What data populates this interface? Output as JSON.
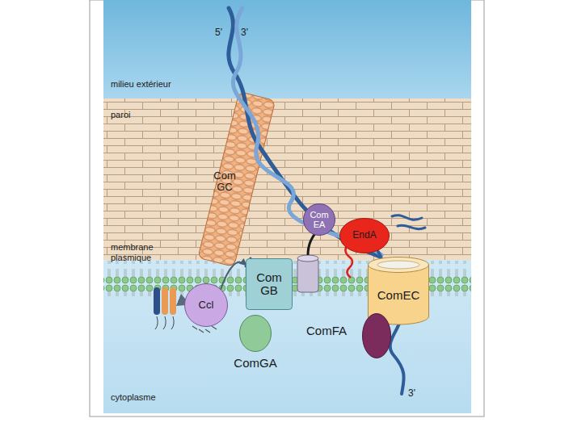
{
  "diagram": {
    "nodes": [
      {
        "text": [
          "Com GC"
        ]
      },
      {
        "text": [
          "Ccl"
        ]
      },
      {
        "text": [
          "Com GB"
        ]
      },
      {
        "text": [
          "ComGA"
        ]
      },
      {
        "text": [
          "Com EA"
        ]
      },
      {
        "text": [
          "EndA"
        ]
      },
      {
        "text": [
          "ComEC"
        ]
      },
      {
        "text": [
          "ComFA"
        ]
      }
    ],
    "edges": [
      {
        "from": 1,
        "to": 2,
        "arrow": "to"
      }
    ],
    "labels": [
      "milieu extérieur",
      "paroi",
      "membrane plasmique",
      "cytoplasme",
      "5'",
      "3'",
      "3'"
    ]
  }
}
